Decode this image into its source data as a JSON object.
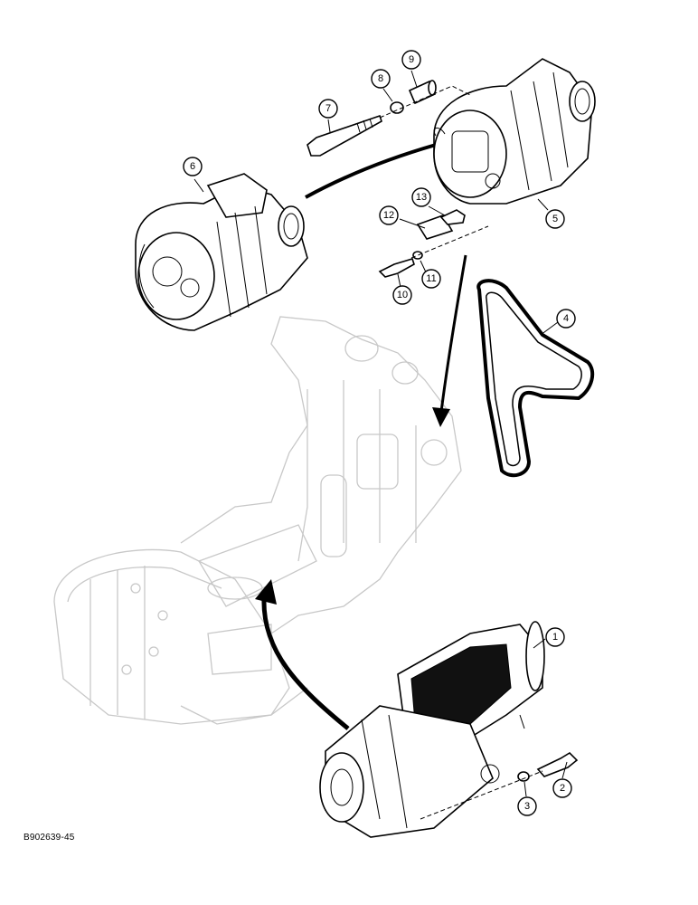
{
  "figure_ref": "B902639-45",
  "callouts": [
    {
      "id": "1",
      "label": "1"
    },
    {
      "id": "2",
      "label": "2"
    },
    {
      "id": "3",
      "label": "3"
    },
    {
      "id": "4",
      "label": "4"
    },
    {
      "id": "5",
      "label": "5"
    },
    {
      "id": "6",
      "label": "6"
    },
    {
      "id": "7",
      "label": "7"
    },
    {
      "id": "8",
      "label": "8"
    },
    {
      "id": "9",
      "label": "9"
    },
    {
      "id": "10",
      "label": "10"
    },
    {
      "id": "11",
      "label": "11"
    },
    {
      "id": "12",
      "label": "12"
    },
    {
      "id": "13",
      "label": "13"
    }
  ],
  "parts": {
    "engine": "engine-block-ghost",
    "starter": "starter-motor",
    "alt_installed": "alternator-installed",
    "alt_removed": "alternator-removed",
    "belt": "drive-belt"
  }
}
